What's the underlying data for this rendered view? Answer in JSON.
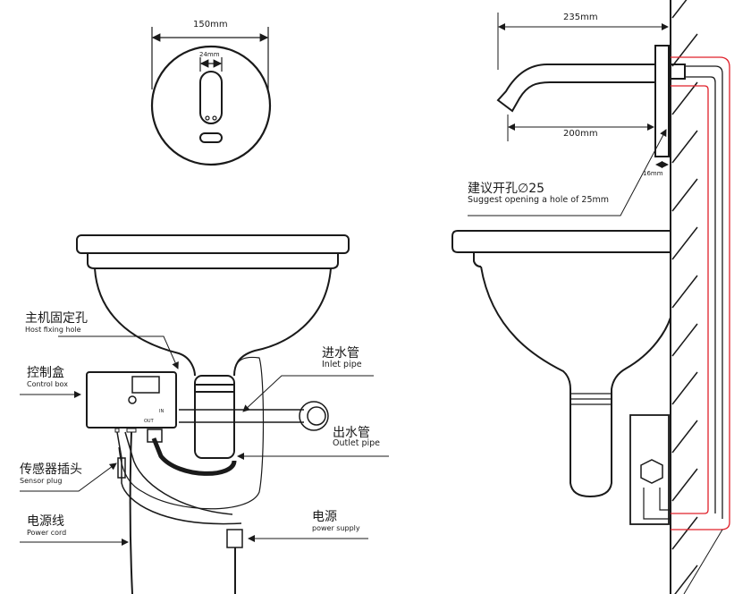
{
  "top_view": {
    "width_dim": "150mm",
    "sensor_dim": "24mm"
  },
  "side_view": {
    "total_dim": "235mm",
    "spout_dim": "200mm",
    "plate_dim": "16mm",
    "hole_zh": "建议开孔∅25",
    "hole_en": "Suggest opening a hole of 25mm"
  },
  "labels": {
    "host_fixing_zh": "主机固定孔",
    "host_fixing_en": "Host fixing hole",
    "control_box_zh": "控制盒",
    "control_box_en": "Control box",
    "inlet_zh": "进水管",
    "inlet_en": "Inlet pipe",
    "outlet_zh": "出水管",
    "outlet_en": "Outlet pipe",
    "sensor_plug_zh": "传感器插头",
    "sensor_plug_en": "Sensor plug",
    "power_cord_zh": "电源线",
    "power_cord_en": "Power cord",
    "power_supply_zh": "电源",
    "power_supply_en": "power supply",
    "box_in": "IN",
    "box_out": "OUT"
  },
  "colors": {
    "line": "#1a1a1a",
    "pipe_red": "#e0202a"
  }
}
